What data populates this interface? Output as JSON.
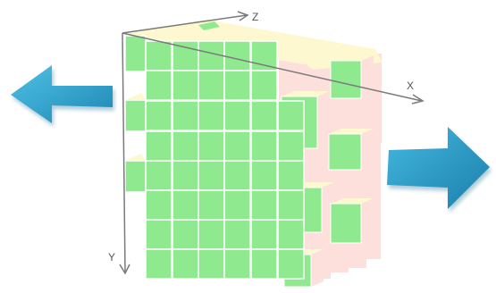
{
  "axes": {
    "x_label": "X",
    "y_label": "Y",
    "z_label": "Z"
  },
  "colors": {
    "front": "#8fe98e",
    "front_stroke": "#ffffff",
    "side": "#fde0dc",
    "top": "#fdf8cf",
    "arrow": "#2f9ec6",
    "arrow_dark": "#1b7ea8",
    "axis": "#777777"
  },
  "icons": {
    "left_arrow": "move-left-arrow-icon",
    "right_arrow": "move-right-arrow-icon"
  }
}
